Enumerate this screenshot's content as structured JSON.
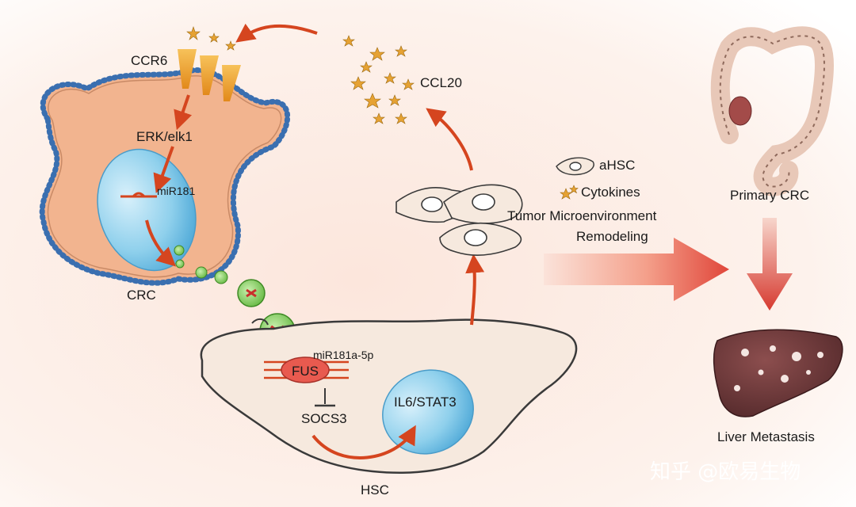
{
  "labels": {
    "ccr6": "CCR6",
    "erk": "ERK/elk1",
    "mir181": "miR181",
    "crc": "CRC",
    "ccl20": "CCL20",
    "legend_ahsc": "aHSC",
    "legend_cytokines": "Cytokines",
    "tme_line1": "Tumor Microenvironment",
    "tme_line2": "Remodeling",
    "primary_crc": "Primary CRC",
    "liver_met": "Liver Metastasis",
    "mir181a5p": "miR181a-5p",
    "fus": "FUS",
    "socs3": "SOCS3",
    "il6": "IL6/STAT3",
    "hsc": "HSC"
  },
  "watermark": "知乎 @欧易生物",
  "colors": {
    "arrow": "#d5451f",
    "cytoplasm": "#f2b48f",
    "nucleus": "#8fd0ec",
    "membrane_dot": "#3a6fb0",
    "receptor": "#f0a72e",
    "star": "#e6a233",
    "hsc_body": "#f6e9de",
    "exosome": "#7cc95a",
    "fus": "#e85a4f",
    "liver": "#6b3a3c"
  },
  "icons": [
    "star-icon",
    "exosome-icon",
    "ahsc-cell-icon",
    "colon-icon",
    "liver-icon"
  ]
}
